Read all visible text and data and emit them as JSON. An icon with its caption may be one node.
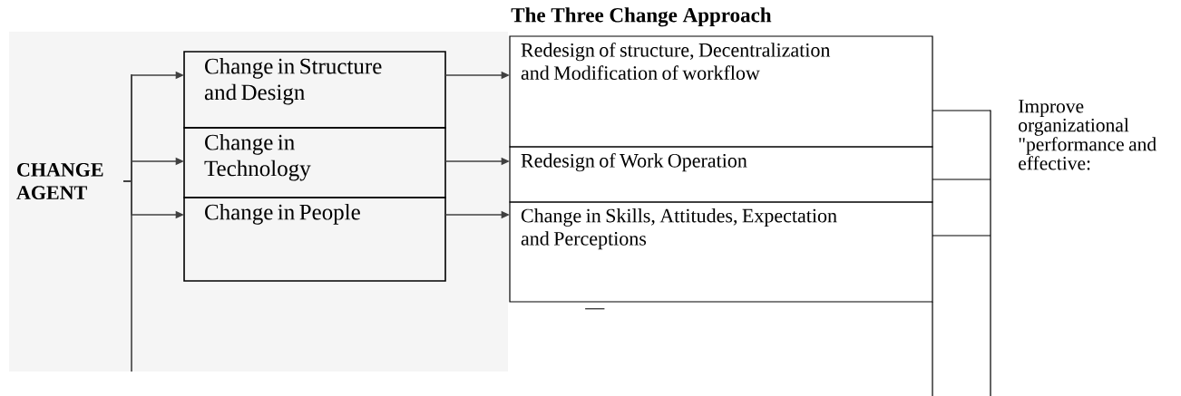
{
  "diagram": {
    "title": "The Three Change Approach",
    "nodes": [
      {
        "text": [
          "CHANGE AGENT"
        ]
      },
      {
        "text": [
          "Change in Structure and Design"
        ]
      },
      {
        "text": [
          "Change in Technology"
        ]
      },
      {
        "text": [
          "Change in People"
        ]
      },
      {
        "text": [
          "Redesign of structure, Decentralization and Modification of workflow"
        ]
      },
      {
        "text": [
          "Redesign of Work Operation"
        ]
      },
      {
        "text": [
          "Change in Skills, Attitudes, Expectation and Perceptions"
        ],
        "beside": [
          "—"
        ]
      },
      {
        "text": [],
        "shape": "bar"
      }
    ],
    "edges": [
      {
        "from": 0,
        "to": 1,
        "arrow": "to"
      },
      {
        "from": 0,
        "to": 2,
        "arrow": "to"
      },
      {
        "from": 0,
        "to": 3,
        "arrow": "to"
      },
      {
        "from": 1,
        "to": 4,
        "arrow": "to"
      },
      {
        "from": 2,
        "to": 5,
        "arrow": "to"
      },
      {
        "from": 3,
        "to": 6,
        "arrow": "to"
      },
      {
        "from": 4,
        "to": 7,
        "arrow": "none"
      },
      {
        "from": 5,
        "to": 7,
        "arrow": "none"
      },
      {
        "from": 6,
        "to": 7,
        "arrow": "none"
      }
    ],
    "labels": [
      "Improve organizational \"performance and effective:"
    ]
  }
}
